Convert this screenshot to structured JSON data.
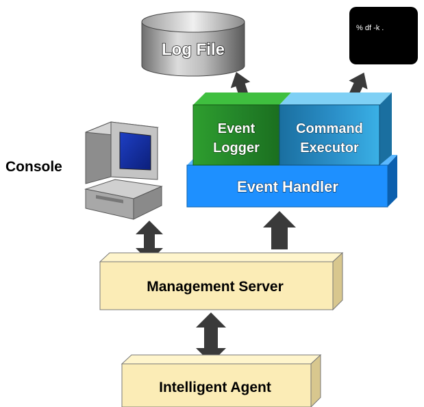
{
  "log_file": {
    "label": "Log File"
  },
  "terminal": {
    "command": "% df -k ."
  },
  "event_logger": {
    "line1": "Event",
    "line2": "Logger"
  },
  "command_executor": {
    "line1": "Command",
    "line2": "Executor"
  },
  "event_handler": {
    "label": "Event Handler"
  },
  "console": {
    "label": "Console"
  },
  "management_server": {
    "label": "Management Server"
  },
  "intelligent_agent": {
    "label": "Intelligent Agent"
  },
  "colors": {
    "box_yellow": "#fbecb6",
    "event_handler_blue": "#1e90ff",
    "event_logger_green": "#1e8c1e",
    "command_executor_teal": "#1f86b8",
    "arrow_gray": "#4a4a4a",
    "terminal_black": "#000000"
  }
}
